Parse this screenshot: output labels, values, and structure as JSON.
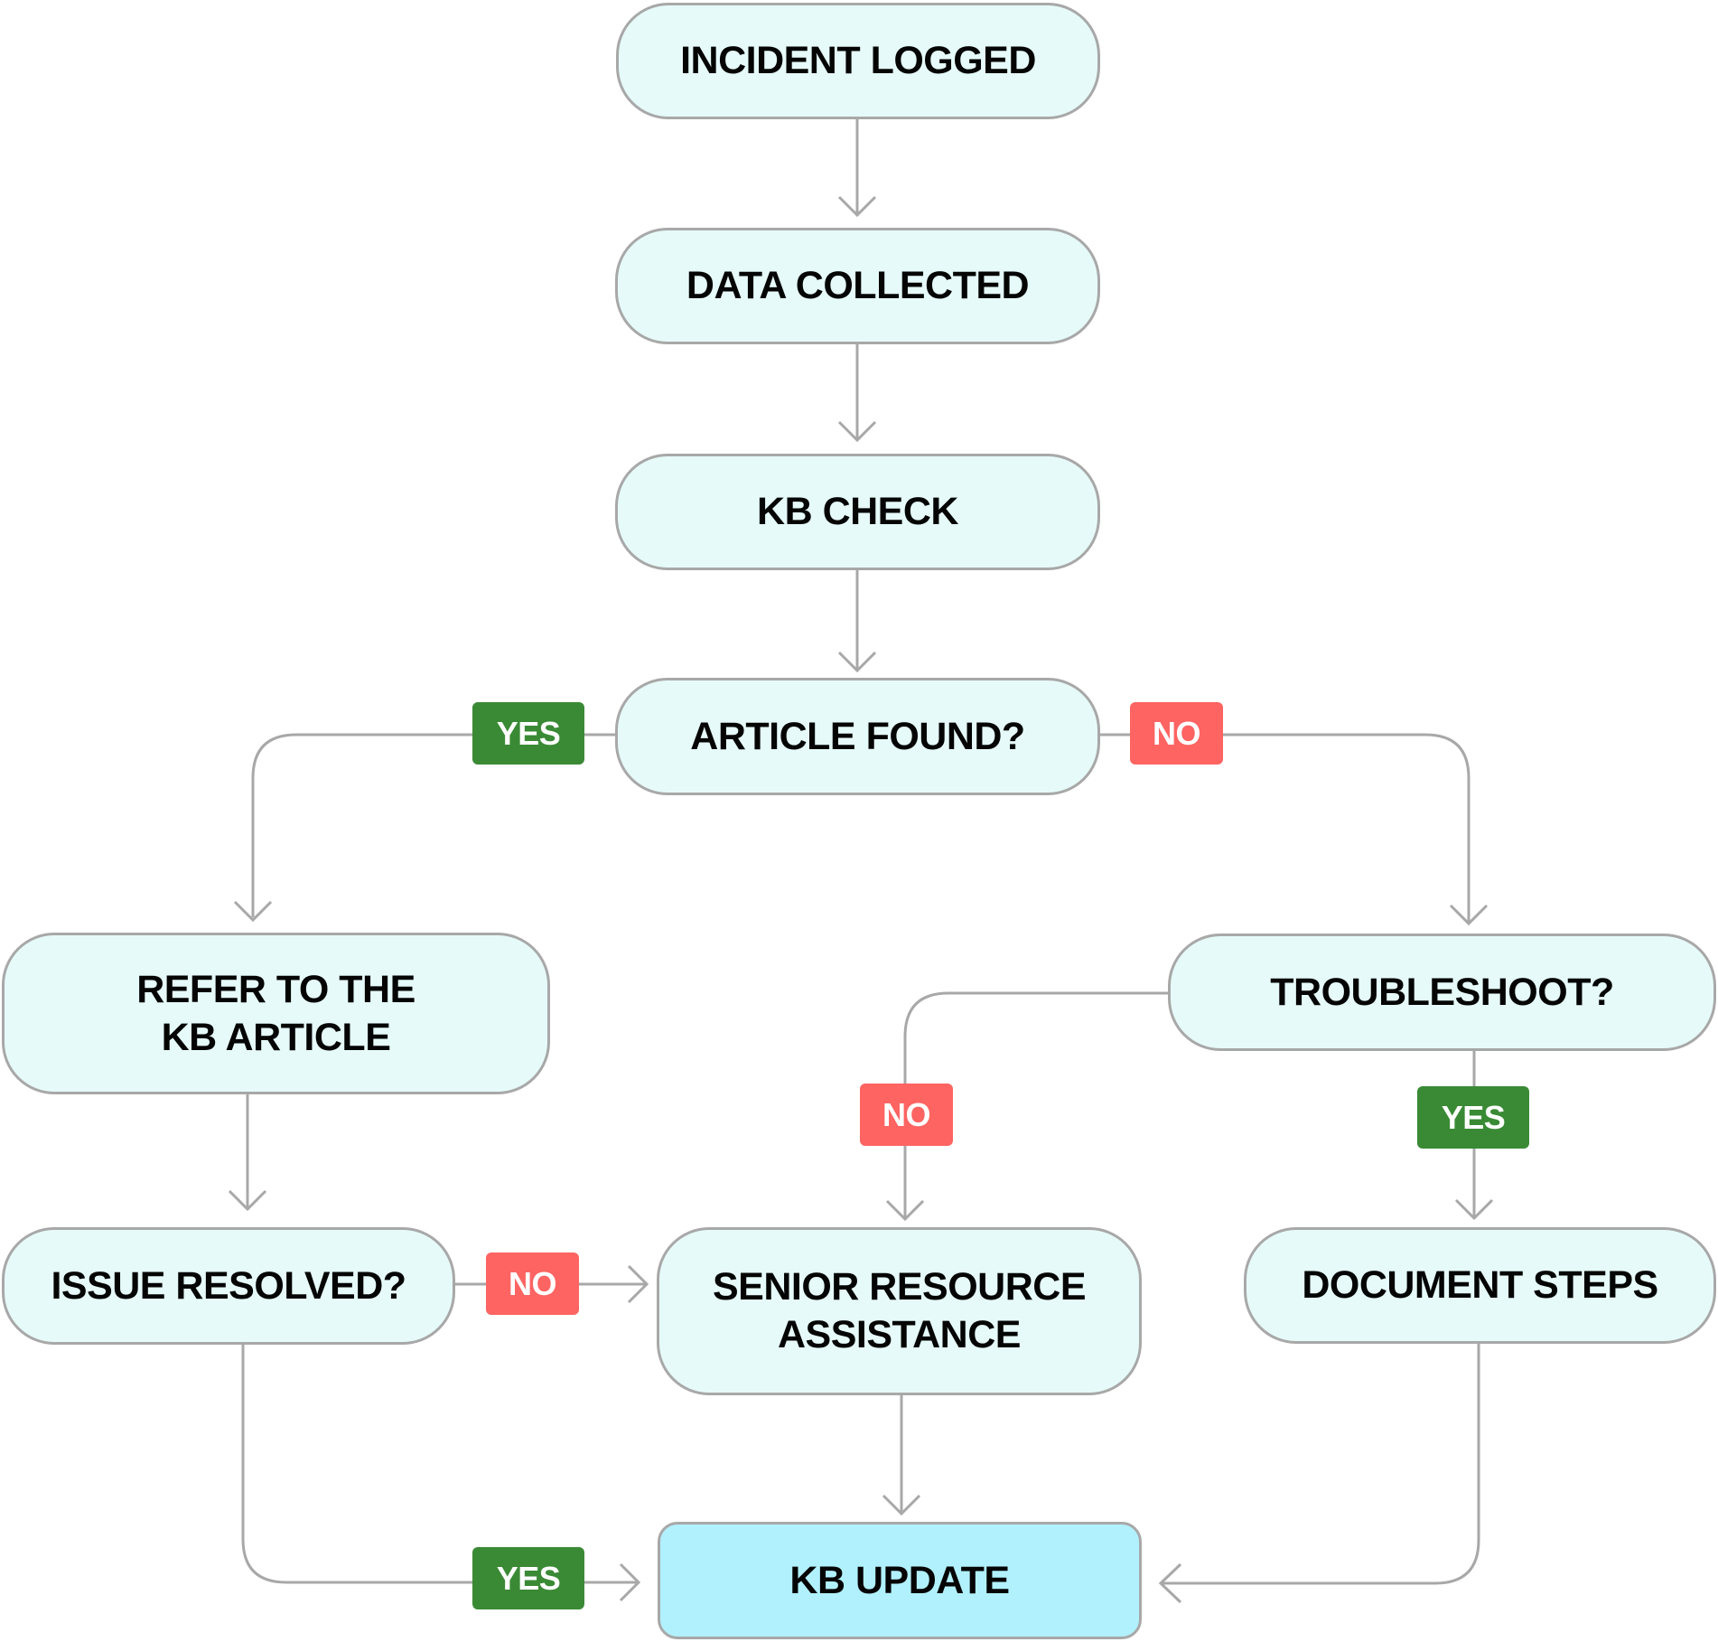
{
  "diagram": {
    "title": "Incident handling with knowledge base flowchart",
    "colors": {
      "node_fill": "#e6fbf9",
      "final_node_fill": "#b1f1fd",
      "border": "#a8a8a8",
      "yes": "#3a8a35",
      "no": "#fd6462",
      "text": "#050505"
    },
    "nodes": {
      "incident_logged": "INCIDENT LOGGED",
      "data_collected": "DATA COLLECTED",
      "kb_check": "KB CHECK",
      "article_found": "ARTICLE FOUND?",
      "refer_kb_article": "REFER TO THE\nKB ARTICLE",
      "troubleshoot": "TROUBLESHOOT?",
      "issue_resolved": "ISSUE RESOLVED?",
      "senior_resource": "SENIOR RESOURCE\nASSISTANCE",
      "document_steps": "DOCUMENT STEPS",
      "kb_update": "KB UPDATE"
    },
    "badges": {
      "article_yes": "YES",
      "article_no": "NO",
      "troubleshoot_no": "NO",
      "troubleshoot_yes": "YES",
      "issue_no": "NO",
      "issue_yes": "YES"
    },
    "edges": [
      {
        "from": "incident_logged",
        "to": "data_collected",
        "label": ""
      },
      {
        "from": "data_collected",
        "to": "kb_check",
        "label": ""
      },
      {
        "from": "kb_check",
        "to": "article_found",
        "label": ""
      },
      {
        "from": "article_found",
        "to": "refer_kb_article",
        "label": "YES"
      },
      {
        "from": "article_found",
        "to": "troubleshoot",
        "label": "NO"
      },
      {
        "from": "refer_kb_article",
        "to": "issue_resolved",
        "label": ""
      },
      {
        "from": "troubleshoot",
        "to": "senior_resource",
        "label": "NO"
      },
      {
        "from": "troubleshoot",
        "to": "document_steps",
        "label": "YES"
      },
      {
        "from": "issue_resolved",
        "to": "senior_resource",
        "label": "NO"
      },
      {
        "from": "issue_resolved",
        "to": "kb_update",
        "label": "YES"
      },
      {
        "from": "senior_resource",
        "to": "kb_update",
        "label": ""
      },
      {
        "from": "document_steps",
        "to": "kb_update",
        "label": ""
      }
    ]
  }
}
